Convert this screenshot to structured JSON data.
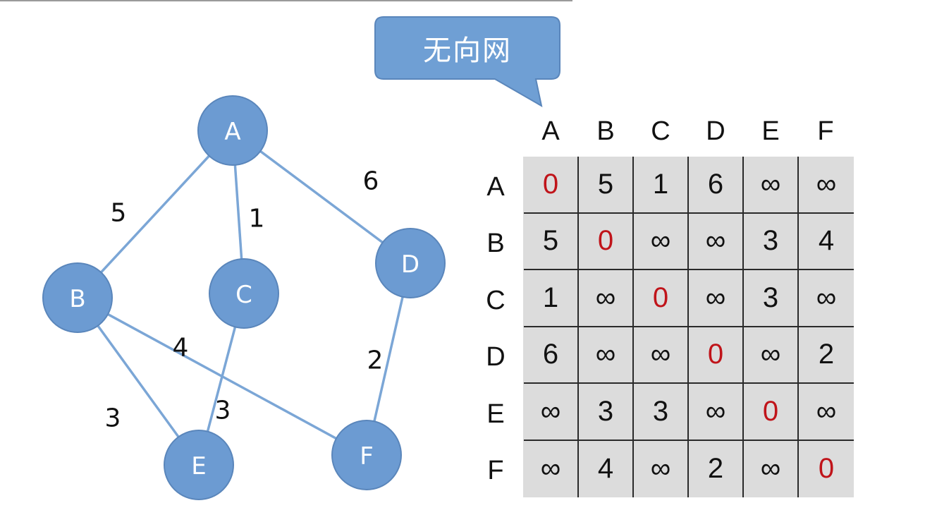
{
  "callout": {
    "text": "无向网"
  },
  "colors": {
    "node_fill": "#6c9bd2",
    "node_stroke": "#5a86bb",
    "edge": "#7ba6d6",
    "zero": "#c0141a",
    "callout_fill": "#6f9fd4"
  },
  "graph": {
    "nodes": [
      "A",
      "B",
      "C",
      "D",
      "E",
      "F"
    ],
    "edges": [
      {
        "from": "A",
        "to": "B",
        "weight": "5"
      },
      {
        "from": "A",
        "to": "C",
        "weight": "1"
      },
      {
        "from": "A",
        "to": "D",
        "weight": "6"
      },
      {
        "from": "B",
        "to": "E",
        "weight": "3"
      },
      {
        "from": "B",
        "to": "F",
        "weight": "4"
      },
      {
        "from": "C",
        "to": "E",
        "weight": "3"
      },
      {
        "from": "D",
        "to": "F",
        "weight": "2"
      }
    ]
  },
  "matrix": {
    "col_headers": [
      "A",
      "B",
      "C",
      "D",
      "E",
      "F"
    ],
    "row_headers": [
      "A",
      "B",
      "C",
      "D",
      "E",
      "F"
    ],
    "rows": [
      [
        "0",
        "5",
        "1",
        "6",
        "∞",
        "∞"
      ],
      [
        "5",
        "0",
        "∞",
        "∞",
        "3",
        "4"
      ],
      [
        "1",
        "∞",
        "0",
        "∞",
        "3",
        "∞"
      ],
      [
        "6",
        "∞",
        "∞",
        "0",
        "∞",
        "2"
      ],
      [
        "∞",
        "3",
        "3",
        "∞",
        "0",
        "∞"
      ],
      [
        "∞",
        "4",
        "∞",
        "2",
        "∞",
        "0"
      ]
    ]
  }
}
